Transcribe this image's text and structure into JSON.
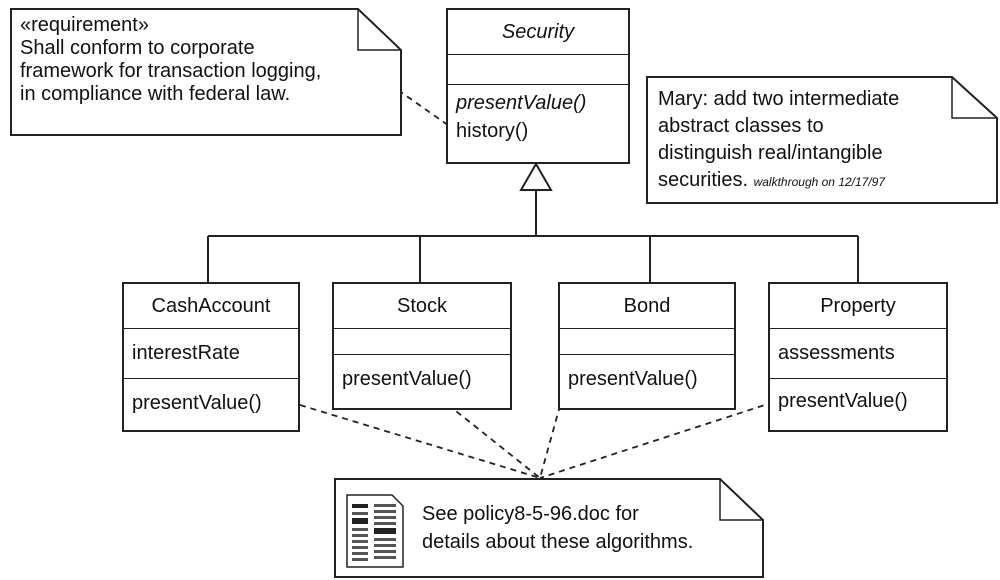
{
  "requirement_note": {
    "stereotype": "«requirement»",
    "lines": [
      "Shall conform to corporate",
      "framework for transaction logging,",
      "in compliance with federal law."
    ]
  },
  "security": {
    "name": "Security",
    "operations": [
      "presentValue()",
      "history()"
    ]
  },
  "mary_note": {
    "lines": [
      "Mary: add two intermediate",
      "abstract classes to",
      "distinguish real/intangible",
      "securities."
    ],
    "annotation": "walkthrough on 12/17/97"
  },
  "classes": [
    {
      "name": "CashAccount",
      "attributes": [
        "interestRate"
      ],
      "operations": [
        "presentValue()"
      ]
    },
    {
      "name": "Stock",
      "attributes": [],
      "operations": [
        "presentValue()"
      ]
    },
    {
      "name": "Bond",
      "attributes": [],
      "operations": [
        "presentValue()"
      ]
    },
    {
      "name": "Property",
      "attributes": [
        "assessments"
      ],
      "operations": [
        "presentValue()"
      ]
    }
  ],
  "policy_note": {
    "lines": [
      "See policy8-5-96.doc for",
      "details about these algorithms."
    ],
    "icon": "document-icon"
  }
}
